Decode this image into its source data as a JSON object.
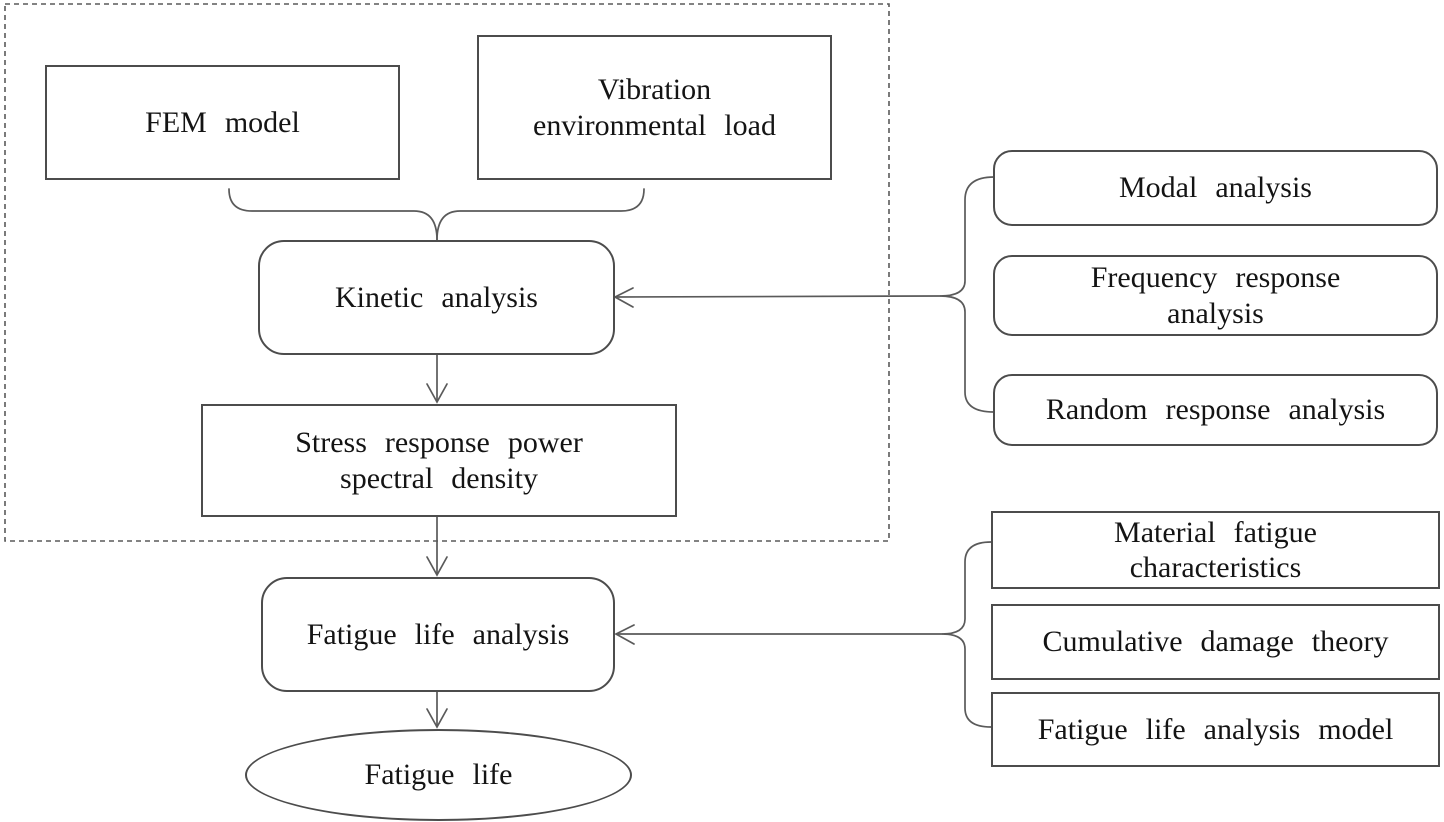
{
  "colors": {
    "line": "#5a5a5a",
    "border": "#4c4c4c",
    "text": "#141414",
    "background": "#ffffff"
  },
  "nodes": {
    "fem_model": {
      "label": "FEM model"
    },
    "vibration_load": {
      "lines": [
        "Vibration",
        "environmental load"
      ]
    },
    "kinetic_analysis": {
      "label": "Kinetic analysis"
    },
    "stress_psd": {
      "lines": [
        "Stress response power",
        "spectral density"
      ]
    },
    "fatigue_life_analysis": {
      "label": "Fatigue life analysis"
    },
    "fatigue_life": {
      "label": "Fatigue life"
    },
    "modal_analysis": {
      "label": "Modal analysis"
    },
    "frequency_response": {
      "lines": [
        "Frequency response",
        "analysis"
      ]
    },
    "random_response": {
      "label": "Random response analysis"
    },
    "material_fatigue": {
      "lines": [
        "Material fatigue",
        "characteristics"
      ]
    },
    "cumulative_damage": {
      "label": "Cumulative damage theory"
    },
    "fatigue_life_model": {
      "label": "Fatigue life analysis model"
    }
  }
}
